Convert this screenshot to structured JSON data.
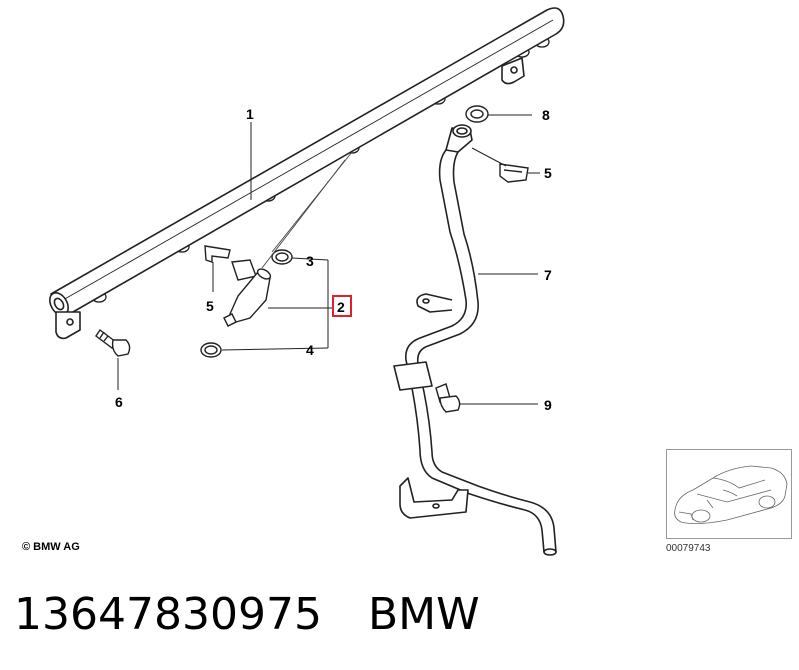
{
  "callouts": {
    "c1": "1",
    "c2": "2",
    "c3": "3",
    "c4": "4",
    "c5a": "5",
    "c5b": "5",
    "c6": "6",
    "c7": "7",
    "c8": "8",
    "c9": "9"
  },
  "highlight_color": "#e0202a",
  "copyright": "© BMW AG",
  "thumbnail": {
    "code": "00079743"
  },
  "footer": {
    "part_number": "13647830975",
    "brand": "BMW"
  }
}
